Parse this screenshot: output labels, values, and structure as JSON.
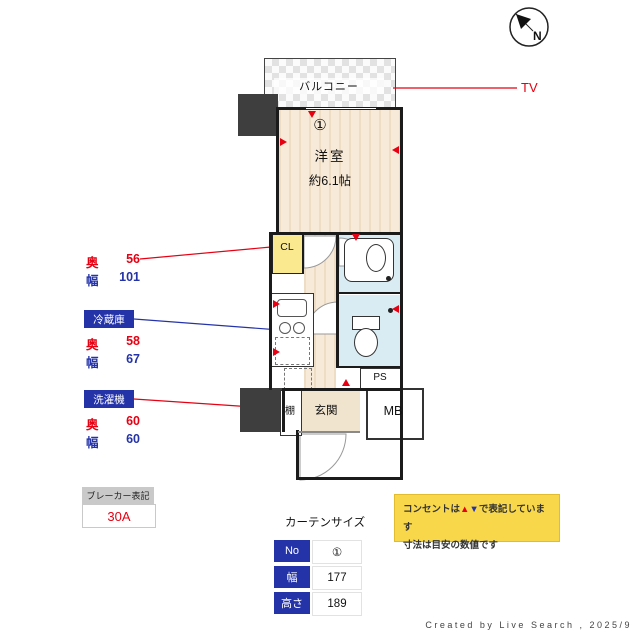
{
  "compass": {
    "n": "N"
  },
  "plan": {
    "balcony": "バルコニー",
    "room_name": "洋室",
    "room_area": "約6.1帖",
    "curtain_marker": "①",
    "closet": "CL",
    "shelf": "棚",
    "entrance": "玄関",
    "ps": "PS",
    "mb": "MB",
    "tv": "TV"
  },
  "measurements": {
    "closet": {
      "depth_label": "奥",
      "depth_value": "56",
      "width_label": "幅",
      "width_value": "101"
    },
    "fridge": {
      "title": "冷蔵庫",
      "depth_label": "奥",
      "depth_value": "58",
      "width_label": "幅",
      "width_value": "67"
    },
    "washer": {
      "title": "洗濯機",
      "depth_label": "奥",
      "depth_value": "60",
      "width_label": "幅",
      "width_value": "60"
    }
  },
  "breaker": {
    "title": "ブレーカー表記",
    "value": "30A"
  },
  "curtain_table": {
    "title": "カーテンサイズ",
    "rows": [
      {
        "label": "No",
        "value": "①"
      },
      {
        "label": "幅",
        "value": "177"
      },
      {
        "label": "高さ",
        "value": "189"
      }
    ]
  },
  "legend_note": {
    "line1_prefix": "コンセントは",
    "triangle_up": "▲",
    "triangle_down": "▼",
    "line1_suffix": "で表記しています",
    "line2": "寸法は目安の数値です"
  },
  "credit": "Created by Live Search , 2025/9",
  "colors": {
    "accent_red": "#e60012",
    "accent_blue": "#2433a8",
    "note_yellow": "#f8d84a",
    "bath_blue": "#d9ecf3",
    "closet_yellow": "#fbe98f"
  }
}
